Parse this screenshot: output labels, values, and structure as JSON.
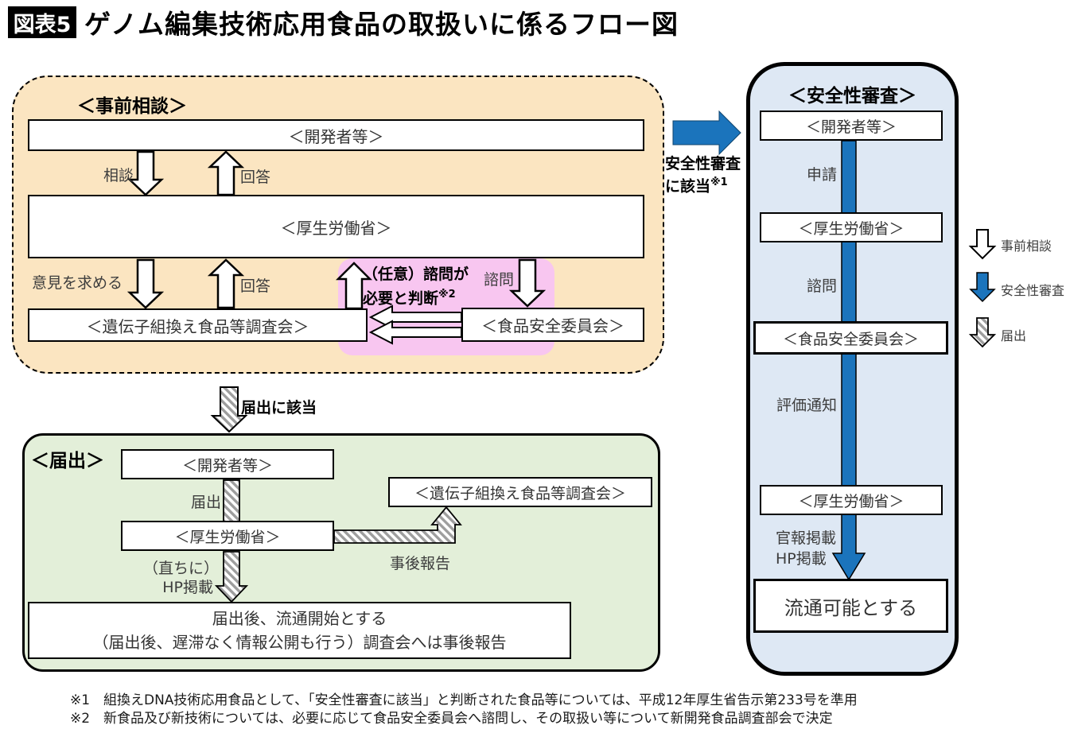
{
  "header": {
    "tag": "図表5",
    "title": "ゲノム編集技術応用食品の取扱いに係るフロー図"
  },
  "colors": {
    "cream": "#FBE5C1",
    "pink": "#F8C6F0",
    "green": "#E3EFD9",
    "light_blue": "#DEE8F4",
    "blue": "#1B74BC",
    "black": "#000000"
  },
  "pre_consult": {
    "label": "＜事前相談＞",
    "developers": "＜開発者等＞",
    "mhlw": "＜厚生労働省＞",
    "council": "＜遺伝子組換え食品等調査会＞",
    "fsc": "＜食品安全委員会＞",
    "arrow_consult": "相談",
    "arrow_reply1": "回答",
    "arrow_opinion": "意見を求める",
    "arrow_reply2": "回答",
    "arrow_shimon": "諮問",
    "optional_line1": "（任意）諮問が",
    "optional_line2": "必要と判断",
    "optional_sup": "※2"
  },
  "to_safety": {
    "line1": "安全性審査",
    "line2": "に該当",
    "sup": "※1"
  },
  "to_notification": {
    "label": "届出に該当"
  },
  "safety": {
    "label": "＜安全性審査＞",
    "developers": "＜開発者等＞",
    "step_apply": "申請",
    "mhlw1": "＜厚生労働省＞",
    "step_shimon": "諮問",
    "fsc": "＜食品安全委員会＞",
    "step_eval": "評価通知",
    "mhlw2": "＜厚生労働省＞",
    "step_gazette": "官報掲載",
    "step_hp": "HP掲載",
    "result": "流通可能とする"
  },
  "notification": {
    "label": "＜届出＞",
    "developers": "＜開発者等＞",
    "step_notify": "届出",
    "mhlw": "＜厚生労働省＞",
    "council": "＜遺伝子組換え食品等調査会＞",
    "report": "事後報告",
    "immediately": "（直ちに）",
    "hp": "HP掲載",
    "result_line1": "届出後、流通開始とする",
    "result_line2": "（届出後、遅滞なく情報公開も行う）調査会へは事後報告"
  },
  "legend": {
    "items": [
      {
        "label": "事前相談",
        "style": "white"
      },
      {
        "label": "安全性審査",
        "style": "blue"
      },
      {
        "label": "届出",
        "style": "hatched"
      }
    ]
  },
  "footnotes": [
    {
      "mark": "※1",
      "text": "組換えDNA技術応用食品として、「安全性審査に該当」と判断された食品等については、平成12年厚生省告示第233号を準用"
    },
    {
      "mark": "※2",
      "text": "新食品及び新技術については、必要に応じて食品安全委員会へ諮問し、その取扱い等について新開発食品調査部会で決定"
    }
  ]
}
